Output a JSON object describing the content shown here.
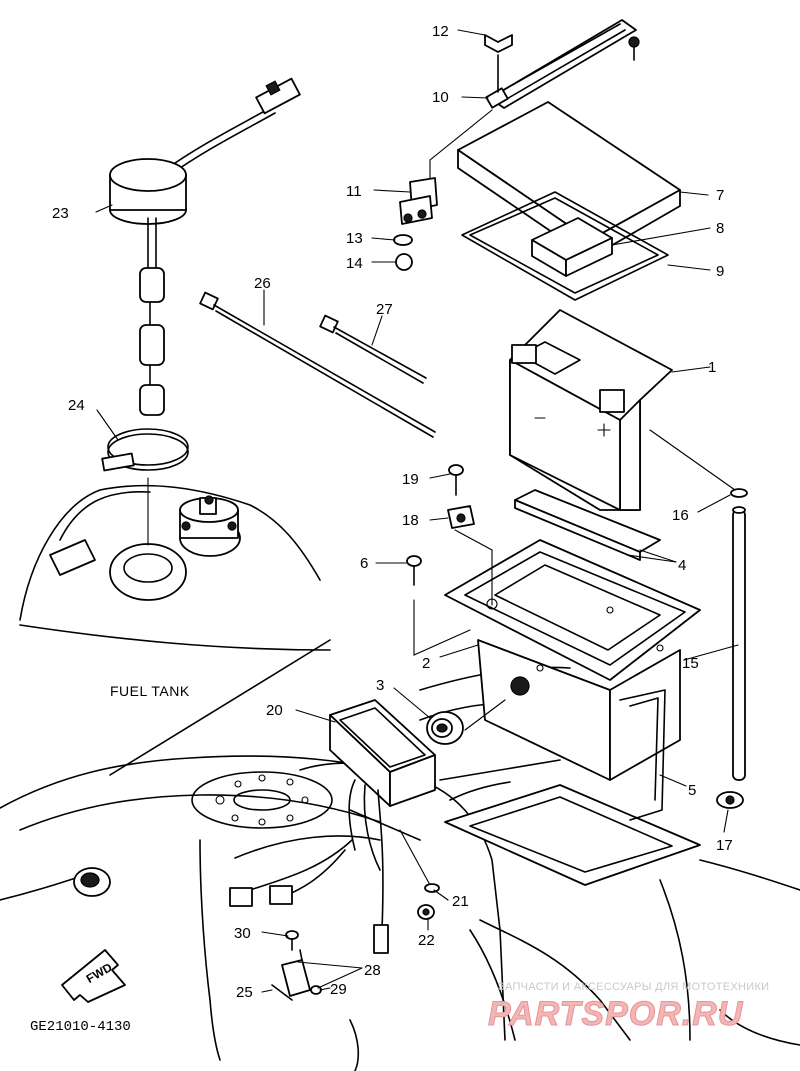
{
  "diagram": {
    "code": "GE21010-4130",
    "fuel_tank_label": "FUEL TANK",
    "fwd_label": "FWD",
    "callouts": [
      "1",
      "2",
      "3",
      "4",
      "5",
      "6",
      "7",
      "8",
      "9",
      "10",
      "11",
      "12",
      "13",
      "14",
      "15",
      "16",
      "17",
      "18",
      "19",
      "20",
      "21",
      "22",
      "23",
      "24",
      "25",
      "26",
      "27",
      "28",
      "29",
      "30"
    ]
  },
  "watermark": {
    "tagline": "ЗАПЧАСТИ И АКСЕССУАРЫ ДЛЯ МОТОТЕХНИКИ",
    "brand": "PARTSPOR.RU"
  }
}
